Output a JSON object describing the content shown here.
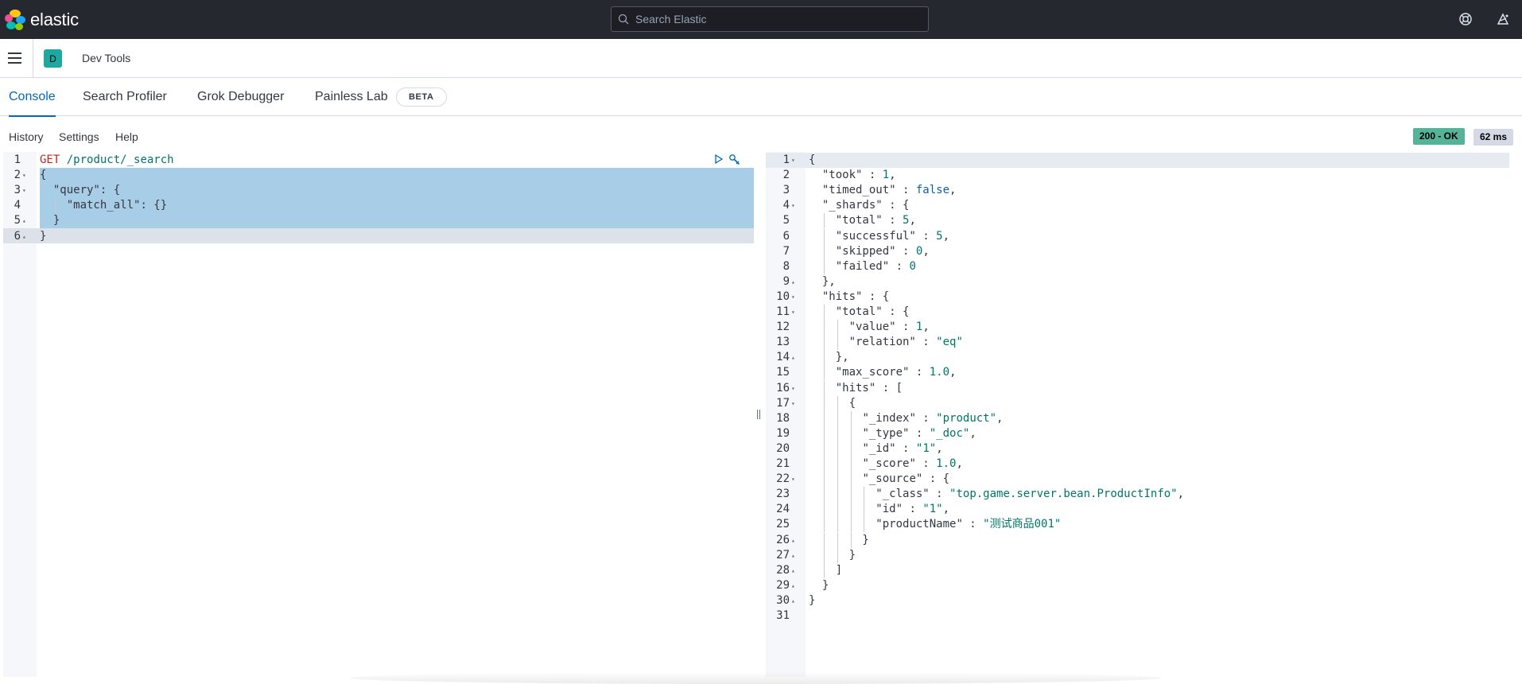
{
  "header": {
    "brand": "elastic",
    "search_placeholder": "Search Elastic"
  },
  "breadcrumb": {
    "space_initial": "D",
    "app_title": "Dev Tools"
  },
  "tabs": [
    {
      "label": "Console",
      "active": true
    },
    {
      "label": "Search Profiler",
      "active": false
    },
    {
      "label": "Grok Debugger",
      "active": false
    },
    {
      "label": "Painless Lab",
      "active": false
    }
  ],
  "beta_label": "BETA",
  "console_menu": [
    "History",
    "Settings",
    "Help"
  ],
  "response_status": "200 - OK",
  "response_time": "62 ms",
  "colors": {
    "accent": "#006bb8",
    "status_ok": "#54b399",
    "header_bg": "#25282f"
  },
  "request_lines": [
    "GET /product/_search",
    "{",
    "  \"query\": {",
    "    \"match_all\": {}",
    "  }",
    "}"
  ],
  "response_lines": [
    "{",
    "  \"took\" : 1,",
    "  \"timed_out\" : false,",
    "  \"_shards\" : {",
    "    \"total\" : 5,",
    "    \"successful\" : 5,",
    "    \"skipped\" : 0,",
    "    \"failed\" : 0",
    "  },",
    "  \"hits\" : {",
    "    \"total\" : {",
    "      \"value\" : 1,",
    "      \"relation\" : \"eq\"",
    "    },",
    "    \"max_score\" : 1.0,",
    "    \"hits\" : [",
    "      {",
    "        \"_index\" : \"product\",",
    "        \"_type\" : \"_doc\",",
    "        \"_id\" : \"1\",",
    "        \"_score\" : 1.0,",
    "        \"_source\" : {",
    "          \"_class\" : \"top.game.server.bean.ProductInfo\",",
    "          \"id\" : \"1\",",
    "          \"productName\" : \"测试商品001\"",
    "        }",
    "      }",
    "    ]",
    "  }",
    "}",
    ""
  ],
  "request_folds": [
    "",
    "down",
    "down",
    "",
    "up",
    "up"
  ],
  "response_folds": [
    "down",
    "",
    "",
    "down",
    "",
    "",
    "",
    "",
    "up",
    "down",
    "down",
    "",
    "",
    "up",
    "",
    "down",
    "down",
    "",
    "",
    "",
    "",
    "down",
    "",
    "",
    "",
    "up",
    "up",
    "up",
    "up",
    "up",
    ""
  ]
}
